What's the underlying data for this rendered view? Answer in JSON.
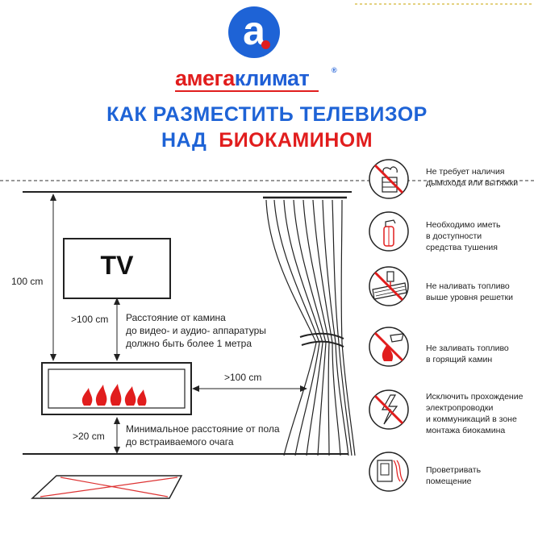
{
  "brand": {
    "logo_letter": "a",
    "name_part1": "амега",
    "name_part2": "климат",
    "registered": "®",
    "colors": {
      "blue": "#1e63d6",
      "red": "#e11d1d"
    }
  },
  "title": {
    "line1": "КАК РАЗМЕСТИТЬ ТЕЛЕВИЗОР",
    "line2_part1": "НАД",
    "line2_part2": "БИОКАМИНОМ"
  },
  "diagram": {
    "tv_label": "TV",
    "height_label": "100 cm",
    "tv_gap_label": ">100 cm",
    "side_gap_label": ">100 cm",
    "floor_gap_label": ">20 cm",
    "tv_note": [
      "Расстояние от камина",
      "до видео- и аудио- аппаратуры",
      "должно быть более 1 метра"
    ],
    "floor_note": [
      "Минимальное расстояние от пола",
      "до встраиваемого очага"
    ]
  },
  "rules": [
    {
      "icon": "no-chimney-icon",
      "text": [
        "Не требует наличия",
        "дымохода или вытяжки"
      ]
    },
    {
      "icon": "fire-extinguisher-icon",
      "text": [
        "Необходимо иметь",
        "в доступности",
        "средства тушения"
      ]
    },
    {
      "icon": "fuel-level-icon",
      "text": [
        "Не наливать топливо",
        "выше уровня решетки"
      ]
    },
    {
      "icon": "no-refill-burning-icon",
      "text": [
        "Не заливать топливо",
        "в горящий камин"
      ]
    },
    {
      "icon": "no-wiring-icon",
      "text": [
        "Исключить прохождение",
        "электропроводки",
        "и коммуникаций в зоне",
        "монтажа биокамина"
      ]
    },
    {
      "icon": "ventilation-icon",
      "text": [
        "Проветривать",
        "помещение"
      ]
    }
  ]
}
